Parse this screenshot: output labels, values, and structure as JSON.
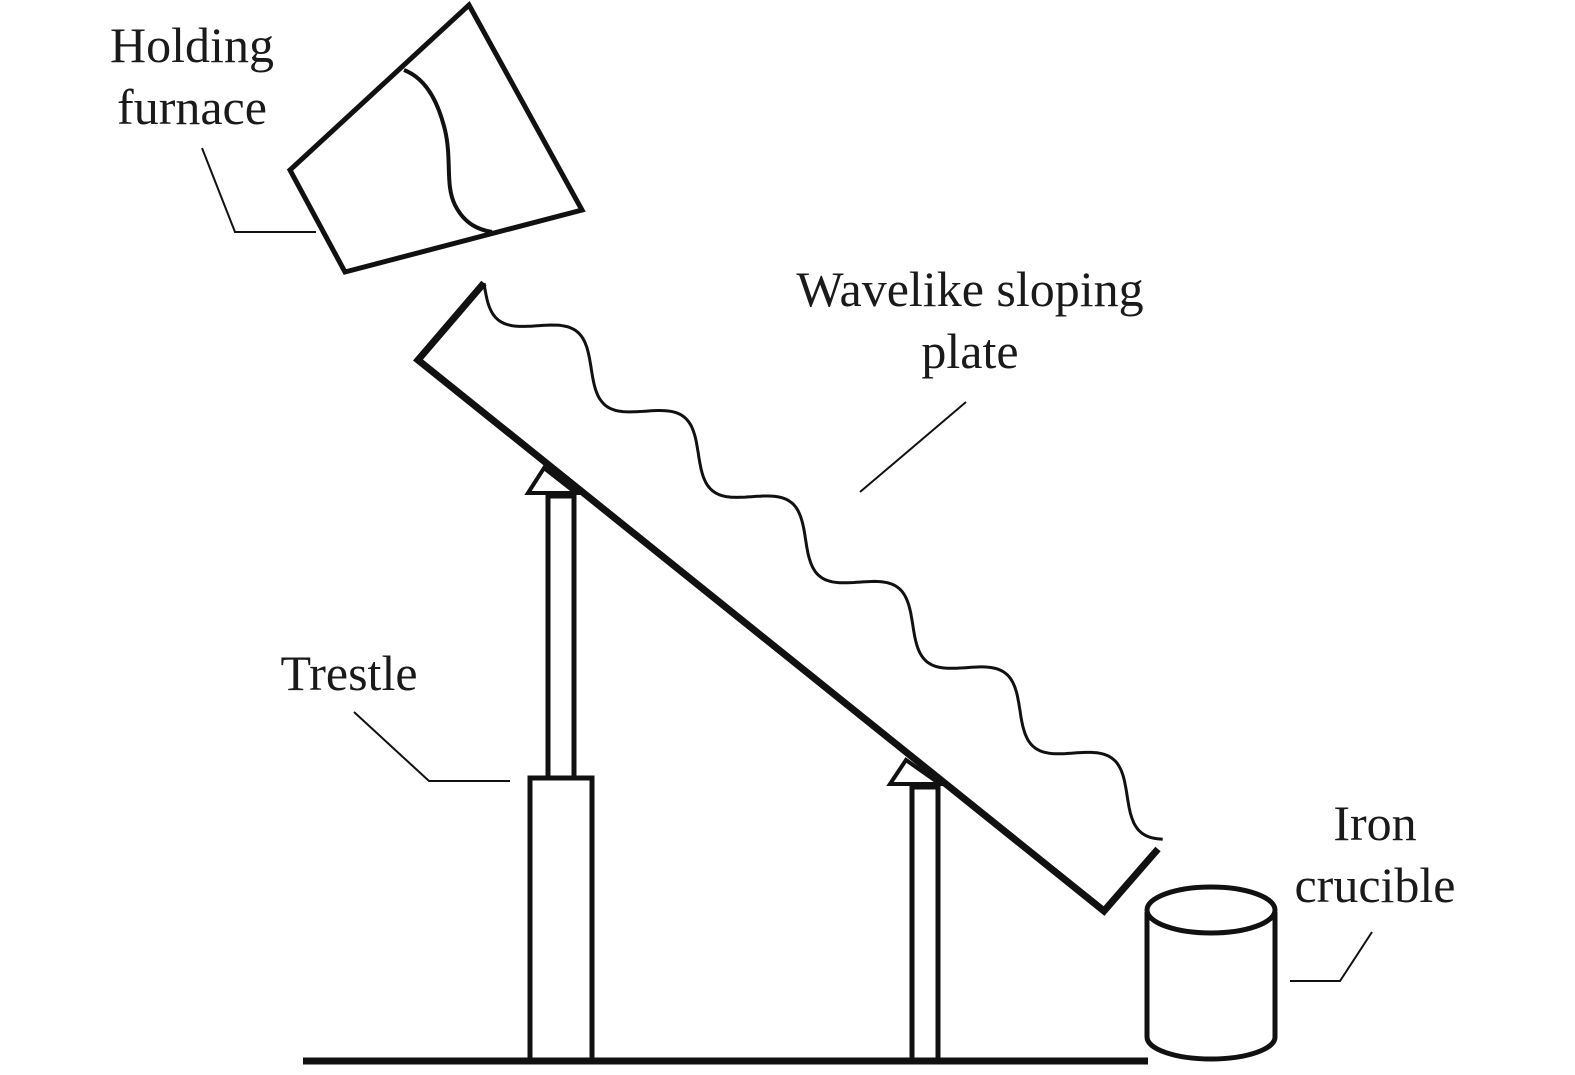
{
  "labels": {
    "holding_furnace": [
      "Holding",
      "furnace"
    ],
    "wavelike_plate": [
      "Wavelike sloping",
      "plate"
    ],
    "trestle": [
      "Trestle"
    ],
    "iron_crucible": [
      "Iron",
      "crucible"
    ]
  },
  "colors": {
    "stroke": "#111111",
    "background": "#ffffff"
  }
}
